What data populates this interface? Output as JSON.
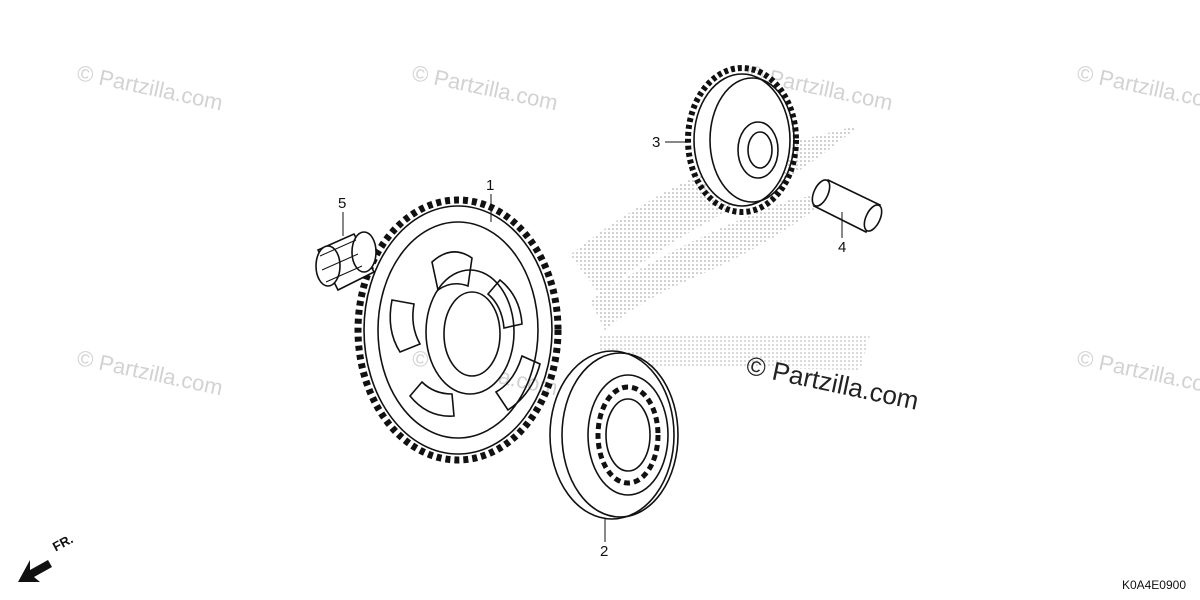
{
  "watermark": {
    "copy": "©",
    "text": "Partzilla.com"
  },
  "watermark_main": {
    "copy": "©",
    "text": "Partzilla.com"
  },
  "callouts": {
    "c1": "1",
    "c2": "2",
    "c3": "3",
    "c4": "4",
    "c5": "5"
  },
  "front_marker": "FR.",
  "diagram_code": "K0A4E0900",
  "colors": {
    "line": "#111111",
    "watermark": "#d2d2d2",
    "logo_dots": "#9a9a9a"
  }
}
